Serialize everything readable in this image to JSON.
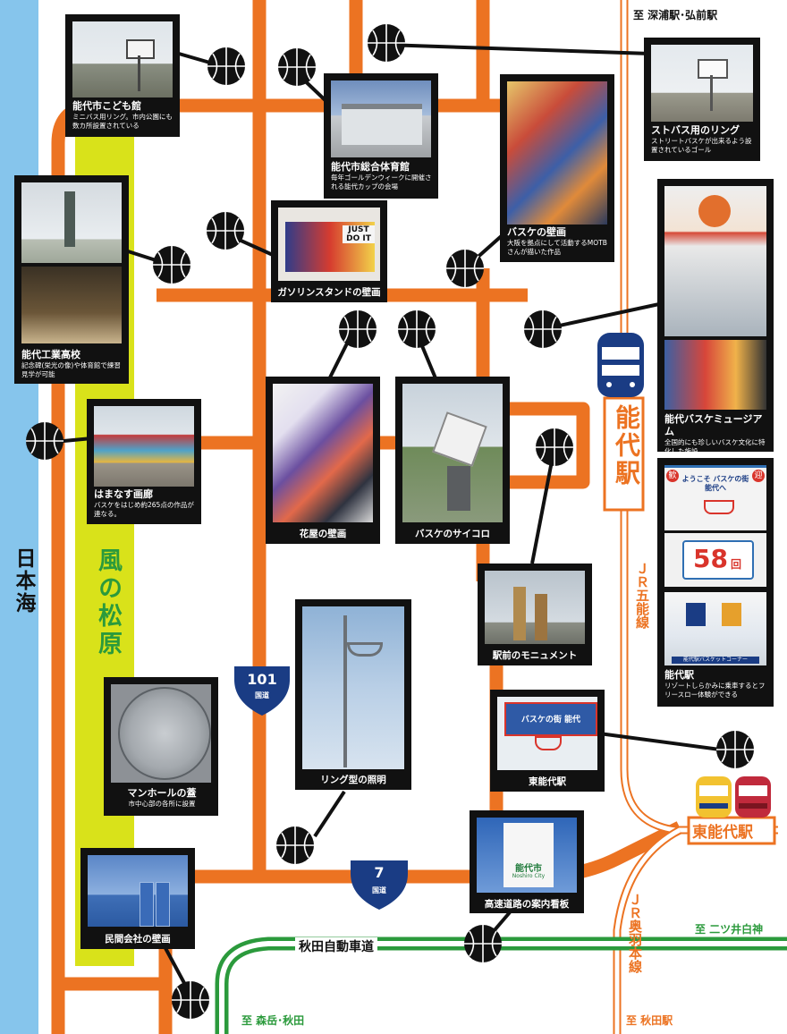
{
  "labels": {
    "sea": "日本海",
    "forest": "風の松原",
    "station_main": "能代駅",
    "station_east": "東能代駅",
    "jr_gono": "ＪＲ五能線",
    "jr_ou": "ＪＲ奥羽本線",
    "expressway": "秋田自動車道",
    "to_fukaura": "至 深浦駅･弘前駅",
    "to_futatsui": "至 二ツ井白神",
    "to_akita_stn": "至 秋田駅",
    "to_moritake": "至 森岳･秋田",
    "route101": "101",
    "route7": "7",
    "route_word": "国道"
  },
  "spots": [
    {
      "title": "能代市こども館",
      "desc": "ミニバス用リング。市内公園にも数カ所設置されている"
    },
    {
      "title": "能代市総合体育館",
      "desc": "毎年ゴールデンウィークに開催される能代カップの会場"
    },
    {
      "title": "バスケの壁画",
      "desc": "大阪を拠点にして活動するMOTBさんが描いた作品"
    },
    {
      "title": "ストバス用のリング",
      "desc": "ストリートバスケが出来るよう設置されているゴール"
    },
    {
      "title": "ガソリンスタンドの壁画",
      "desc": ""
    },
    {
      "title": "能代工業高校",
      "desc": "記念碑(栄光の像)や体育館で練習見学が可能"
    },
    {
      "title": "能代バスケミュージアム",
      "desc": "全国的にも珍しいバスケ文化に特化した施設"
    },
    {
      "title": "はまなす画廊",
      "desc": "バスケをはじめ約265点の作品が連なる。"
    },
    {
      "title": "花屋の壁画",
      "desc": ""
    },
    {
      "title": "バスケのサイコロ",
      "desc": ""
    },
    {
      "title": "駅前のモニュメント",
      "desc": ""
    },
    {
      "title": "能代駅",
      "desc": "リゾートしらかみに乗車するとフリースロー体験ができる"
    },
    {
      "title": "マンホールの蓋",
      "desc": "市中心部の各所に設置"
    },
    {
      "title": "リング型の照明",
      "desc": ""
    },
    {
      "title": "東能代駅",
      "desc": ""
    },
    {
      "title": "高速道路の案内看板",
      "desc": ""
    },
    {
      "title": "民間会社の壁画",
      "desc": ""
    }
  ],
  "signs": {
    "just_do_it": "JUST DO IT",
    "welcome_basket": "ようこそ バスケの街 能代へ",
    "welcome_kan": "歓",
    "welcome_gei": "迎",
    "count_58": "58",
    "count_unit": "回",
    "basket_corner": "能代駅バスケットコーナー",
    "higashi_sign": "バスケの街 能代",
    "noshiro_city": "能代市",
    "noshiro_city_en": "Noshiro City"
  },
  "colors": {
    "road": "#ec7322",
    "expressway": "#2b9a3c",
    "sea": "#86c5ec",
    "forest": "#d9e21a",
    "route_blue": "#1a3c84",
    "card": "#111111"
  }
}
